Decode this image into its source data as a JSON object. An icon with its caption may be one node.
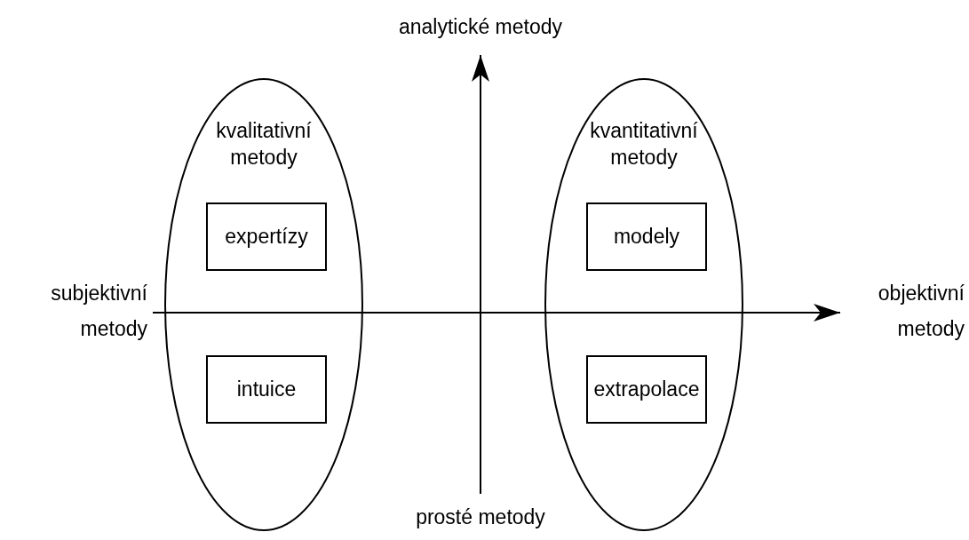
{
  "diagram": {
    "nodes": [
      {
        "text": [
          "kvalitativní metody"
        ]
      },
      {
        "text": [
          "expertízy"
        ],
        "in": 0
      },
      {
        "text": [
          "intuice"
        ],
        "in": 0
      },
      {
        "text": [
          "kvantitativní metody"
        ]
      },
      {
        "text": [
          "modely"
        ],
        "in": 3
      },
      {
        "text": [
          "extrapolace"
        ],
        "in": 3
      }
    ],
    "labels": [
      "analytické metody",
      "subjektivní metody",
      "objektivní metody",
      "prosté metody"
    ]
  }
}
